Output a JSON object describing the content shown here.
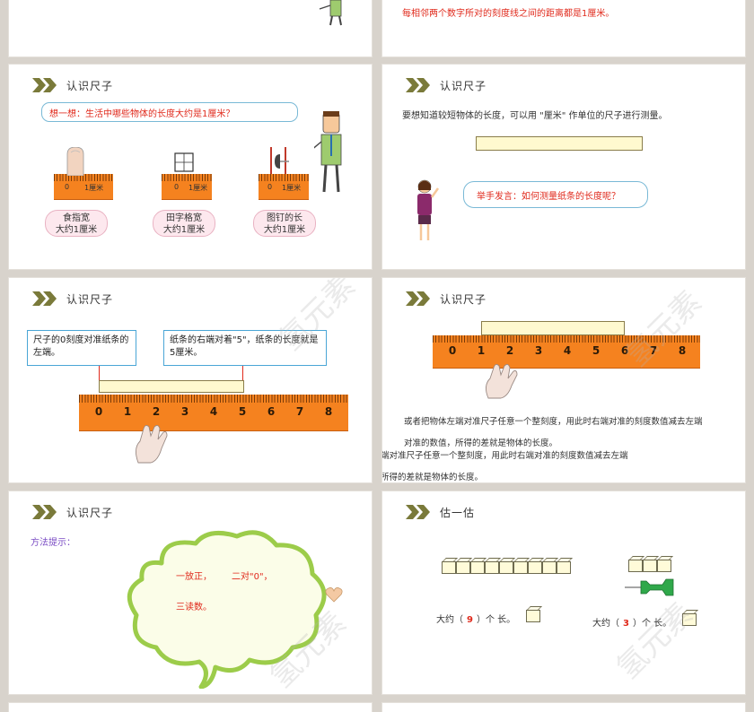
{
  "slides": {
    "s1": {
      "text": "每相邻两个数字所对的刻度线之间的距离都是1厘米。"
    },
    "s2": {
      "title": "认识尺子",
      "question": "想一想：生活中哪些物体的长度大约是1厘米？",
      "items": [
        {
          "line1": "食指宽",
          "line2": "大约1厘米"
        },
        {
          "line1": "田字格宽",
          "line2": "大约1厘米"
        },
        {
          "line1": "图钉的长",
          "line2": "大约1厘米"
        }
      ],
      "mini_ruler": {
        "zero": "0",
        "one": "1厘米"
      }
    },
    "s3": {
      "title": "认识尺子",
      "text": "要想知道较短物体的长度，可以用 \"厘米\" 作单位的尺子进行测量。",
      "bubble": "举手发言：如何测量纸条的长度呢？"
    },
    "s4": {
      "title": "认识尺子",
      "box_left": "尺子的0刻度对准纸条的左端。",
      "box_right": "纸条的右端对着\"5\"，纸条的长度就是5厘米。",
      "ruler_numbers": [
        "0",
        "1",
        "2",
        "3",
        "4",
        "5",
        "6",
        "7",
        "8"
      ]
    },
    "s5": {
      "title": "认识尺子",
      "ruler_numbers": [
        "0",
        "1",
        "2",
        "3",
        "4",
        "5",
        "6",
        "7",
        "8"
      ],
      "line1": "或者把物体左端对准尺子任意一个整刻度，用此时右端对准的刻度数值减去左端",
      "line2": "对准的数值，所得的差就是物体的长度。",
      "line3": "端对准尺子任意一个整刻度，用此时右端对准的刻度数值减去左端",
      "line4": "所得的差就是物体的长度。"
    },
    "s6": {
      "title": "认识尺子",
      "hint": "方法提示：",
      "step1": "一放正，",
      "step2": "二对\"0\"，",
      "step3": "三读数。"
    },
    "s7": {
      "title": "估一估",
      "left_prefix": "大约（",
      "left_value": "9",
      "left_suffix": "）个  长。",
      "right_prefix": "大约（",
      "right_value": "3",
      "right_suffix": "）个  长。"
    },
    "watermark": "氢元素"
  },
  "colors": {
    "ruler": "#f5821f",
    "red_text": "#e02a1c",
    "callout_border": "#79b9d6",
    "chevron": "#7a7a3a"
  }
}
